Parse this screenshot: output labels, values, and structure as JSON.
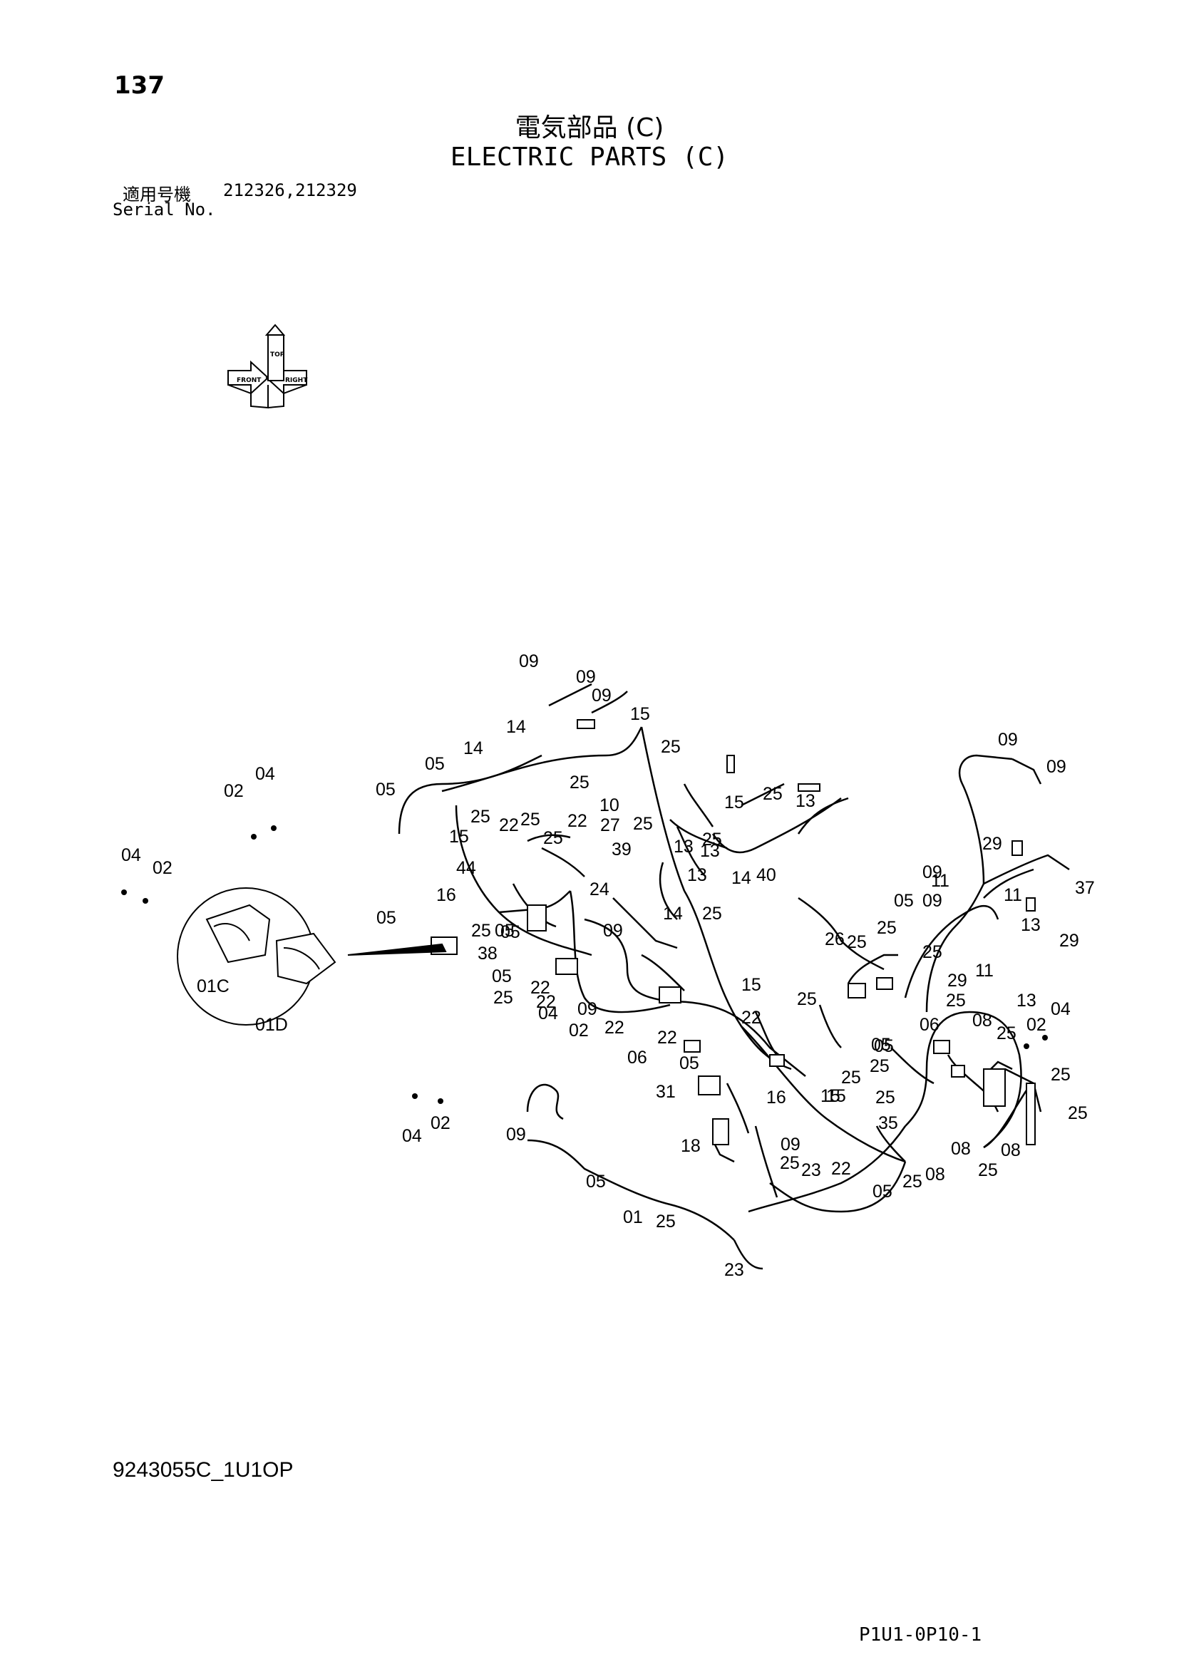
{
  "page": {
    "number": "137",
    "title_jp": "電気部品 (C)",
    "title_en": "ELECTRIC PARTS (C)",
    "serial_label_jp": "適用号機",
    "serial_values": "212326,212329",
    "serial_label_en": "Serial No.",
    "document_code": "9243055C_1U1OP",
    "page_code": "P1U1-0P10-1"
  },
  "orientation_icon": {
    "labels": [
      "FRONT",
      "TOP",
      "RIGHT"
    ]
  },
  "callouts": [
    "09",
    "09",
    "09",
    "15",
    "14",
    "14",
    "05",
    "05",
    "25",
    "25",
    "10",
    "25",
    "13",
    "15",
    "25",
    "13",
    "25",
    "22",
    "25",
    "22",
    "15",
    "44",
    "25",
    "27",
    "39",
    "13",
    "25",
    "13",
    "14",
    "40",
    "16",
    "05",
    "24",
    "09",
    "14",
    "25",
    "25",
    "05",
    "05",
    "26",
    "25",
    "25",
    "38",
    "22",
    "05",
    "25",
    "22",
    "04",
    "09",
    "02",
    "22",
    "22",
    "06",
    "15",
    "22",
    "25",
    "05",
    "16",
    "31",
    "18",
    "09",
    "25",
    "23",
    "22",
    "15",
    "05",
    "25",
    "15",
    "23",
    "01",
    "05",
    "09",
    "25",
    "09",
    "09",
    "09",
    "29",
    "09",
    "11",
    "37",
    "11",
    "13",
    "29",
    "05",
    "25",
    "29",
    "11",
    "25",
    "13",
    "08",
    "06",
    "05",
    "25",
    "02",
    "04",
    "25",
    "25",
    "25",
    "35",
    "25",
    "08",
    "08",
    "08",
    "25",
    "05",
    "25",
    "01C",
    "01D",
    "04",
    "02",
    "04",
    "02",
    "04",
    "02"
  ]
}
